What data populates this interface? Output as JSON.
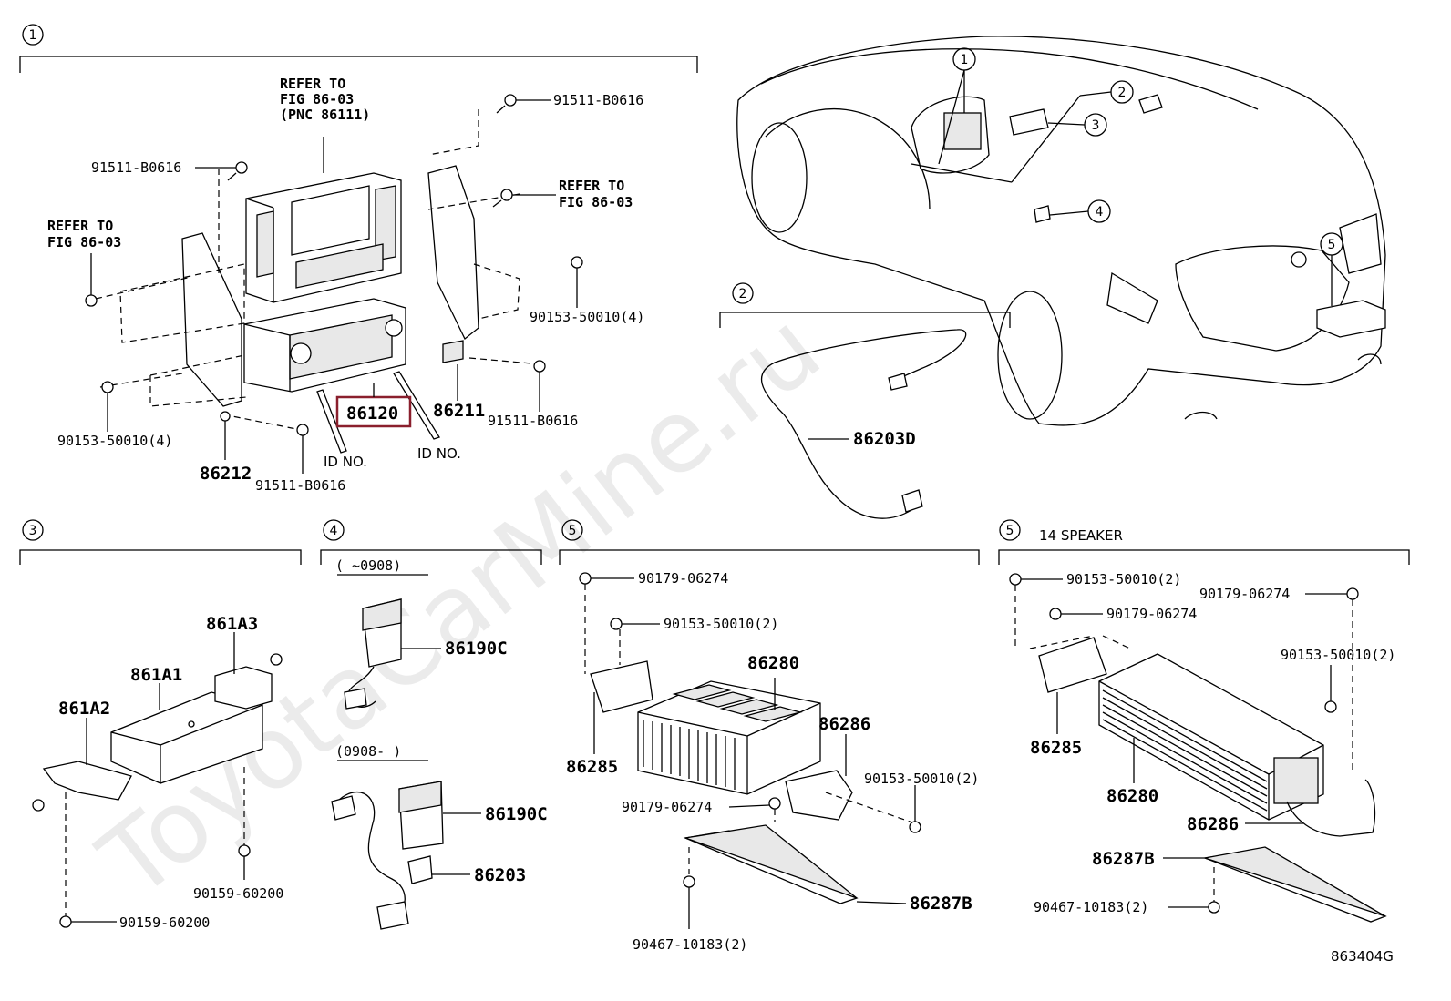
{
  "section_markers": {
    "s1": "1",
    "s2": "2",
    "s3": "3",
    "s4": "4",
    "s5a": "5",
    "s5b": "5",
    "car1": "1",
    "car2": "2",
    "car3": "3",
    "car4": "4",
    "car5": "5"
  },
  "section1": {
    "refer_to_top": [
      "REFER TO",
      "FIG 86-03",
      "(PNC 86111)"
    ],
    "refer_to_right": [
      "REFER TO",
      "FIG 86-03"
    ],
    "refer_to_left": [
      "REFER TO",
      "FIG 86-03"
    ],
    "bolt_top_right": "91511-B0616",
    "bolt_top_left": "91511-B0616",
    "screw_right": "90153-50010(4)",
    "screw_left": "90153-50010(4)",
    "bolt_right_low": "91511-B0616",
    "bolt_bottom": "91511-B0616",
    "part_86120": "86120",
    "part_86211": "86211",
    "part_86212": "86212",
    "id_no_1": "ID NO.",
    "id_no_2": "ID NO."
  },
  "section2": {
    "part_86203d": "86203D"
  },
  "section3": {
    "part_861a3": "861A3",
    "part_861a1": "861A1",
    "part_861a2": "861A2",
    "bolt_right": "90159-60200",
    "bolt_bottom": "90159-60200"
  },
  "section4": {
    "range_1": "(      ~0908)",
    "range_2": "(0908-      )",
    "part_86190c_1": "86190C",
    "part_86190c_2": "86190C",
    "part_86203": "86203"
  },
  "section5": {
    "nut_top": "90179-06274",
    "screw_top": "90153-50010(2)",
    "part_86280": "86280",
    "part_86286": "86286",
    "part_86285": "86285",
    "screw_right": "90153-50010(2)",
    "nut_mid": "90179-06274",
    "part_86287b": "86287B",
    "bolt_bottom": "90467-10183(2)"
  },
  "section5b": {
    "title": "14 SPEAKER",
    "screw_top": "90153-50010(2)",
    "nut_top_right": "90179-06274",
    "nut_top": "90179-06274",
    "screw_right": "90153-50010(2)",
    "part_86285": "86285",
    "part_86280": "86280",
    "part_86286": "86286",
    "part_86287b": "86287B",
    "bolt_bottom": "90467-10183(2)"
  },
  "figure_id": "863404G",
  "watermark": "ToyotaCarMine.ru"
}
